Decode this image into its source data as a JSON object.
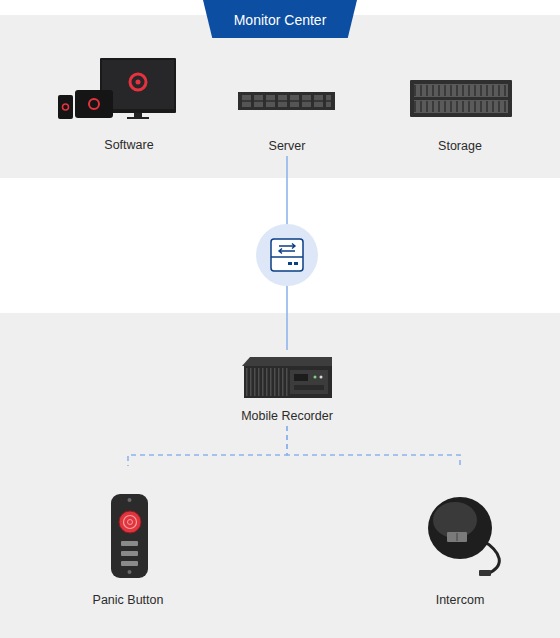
{
  "diagram": {
    "nodes": [
      {
        "text": [
          "Monitor Center"
        ]
      },
      {
        "text": [
          "Software"
        ],
        "in": 0
      },
      {
        "text": [
          "Server"
        ],
        "in": 0
      },
      {
        "text": [
          "Storage"
        ],
        "in": 0
      },
      {
        "text": [
          "Mobile Recorder"
        ]
      },
      {
        "text": [
          "Panic Button"
        ]
      },
      {
        "text": [
          "Intercom"
        ]
      }
    ],
    "edges": [
      {
        "from": 2,
        "to": 4,
        "arrow": "none"
      },
      {
        "from": 4,
        "to": 5,
        "arrow": "none"
      },
      {
        "from": 4,
        "to": 6,
        "arrow": "none"
      }
    ]
  }
}
